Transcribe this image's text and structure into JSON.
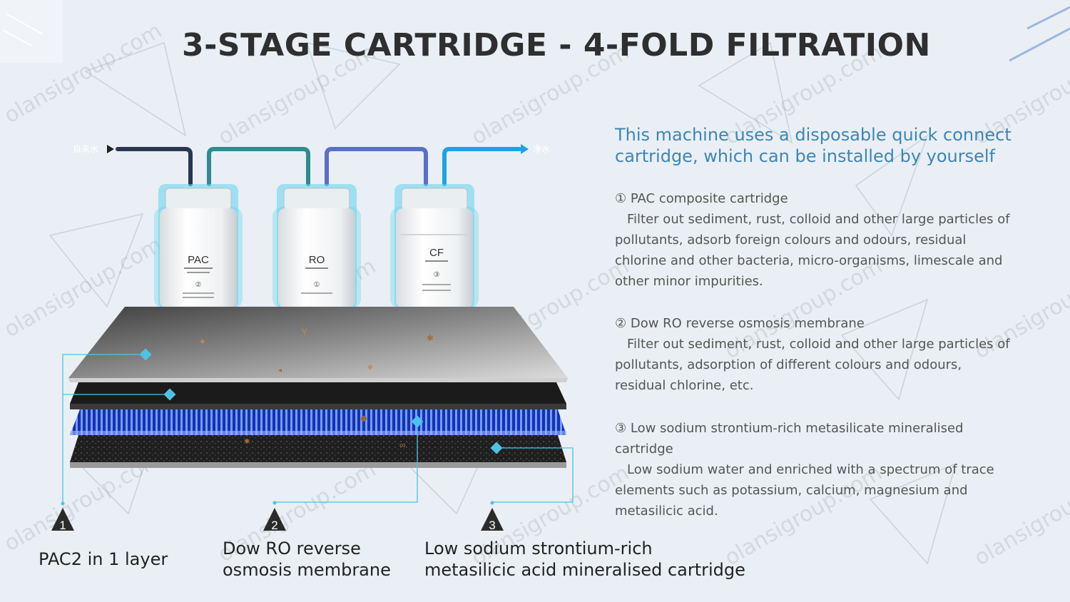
{
  "title": "3-STAGE CARTRIDGE - 4-FOLD FILTRATION",
  "lead": "This machine uses a disposable quick connect cartridge, which can be installed by yourself",
  "items": [
    {
      "heading": "① PAC composite cartridge",
      "body": "Filter out sediment, rust, colloid and other large particles of pollutants, adsorb foreign colours and odours, residual chlorine and other bacteria, micro-organisms, limescale and other minor impurities."
    },
    {
      "heading": "② Dow RO reverse osmosis membrane",
      "body": " Filter out sediment, rust, colloid and other large particles of pollutants, adsorption of different colours and odours, residual chlorine, etc."
    },
    {
      "heading": "③ Low sodium strontium-rich metasilicate mineralised cartridge",
      "body": "Low sodium water and enriched with a spectrum of trace elements such as potassium, calcium, magnesium and metasilicic acid."
    }
  ],
  "diagram": {
    "inlet_label": "自来水",
    "outlet_label": "净水",
    "cartridges": [
      {
        "name": "PAC",
        "number": "②"
      },
      {
        "name": "RO",
        "number": "①"
      },
      {
        "name": "CF",
        "number": "③"
      }
    ],
    "markers": [
      "1",
      "2",
      "3"
    ]
  },
  "captions": {
    "cap1": "PAC2 in 1 layer",
    "cap2_line1": "Dow RO reverse",
    "cap2_line2": "osmosis membrane",
    "cap3_line1": "Low sodium strontium-rich",
    "cap3_line2": "metasilicic acid mineralised cartridge"
  },
  "watermark": "olansigroup.com",
  "colors": {
    "background": "#e9eff4",
    "title": "#2f2f2f",
    "lead": "#3d86b6",
    "accent": "#4cc3e6",
    "pipe_dark": "#2a3550",
    "pipe_teal": "#2e8b8f",
    "pipe_blue": "#5a6fc8",
    "pipe_cyan": "#1aa3e8"
  }
}
